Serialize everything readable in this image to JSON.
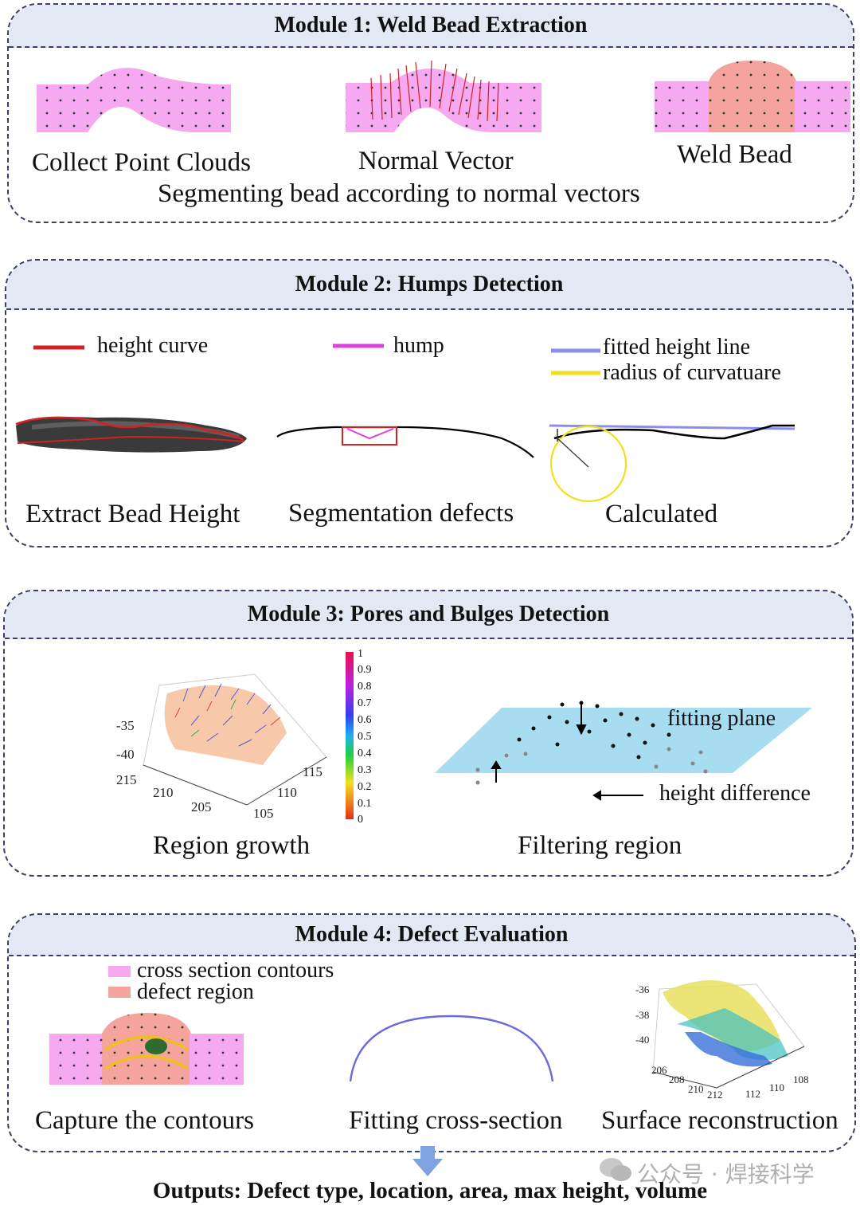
{
  "module1": {
    "title": "Module 1:   Weld Bead Extraction",
    "captions": [
      "Collect Point Clouds",
      "Normal Vector",
      "Weld Bead"
    ],
    "subtitle": "Segmenting bead according to normal vectors"
  },
  "module2": {
    "title": "Module 2: Humps Detection",
    "legend": [
      "height curve",
      "hump",
      "fitted height line",
      "radius of curvatuare"
    ],
    "captions": [
      "Extract Bead Height",
      "Segmentation defects",
      "Calculated"
    ]
  },
  "module3": {
    "title": "Module 3: Pores and Bulges Detection",
    "axis_ticks": [
      "-35",
      "-40",
      "215",
      "210",
      "205",
      "115",
      "110",
      "105"
    ],
    "colorbar_ticks": [
      "1",
      "0.9",
      "0.8",
      "0.7",
      "0.6",
      "0.5",
      "0.4",
      "0.3",
      "0.2",
      "0.1",
      "0"
    ],
    "labels": [
      "fitting plane",
      "height difference"
    ],
    "captions": [
      "Region growth",
      "Filtering region"
    ]
  },
  "module4": {
    "title": "Module 4: Defect Evaluation",
    "legend": [
      "cross section contours",
      "defect region"
    ],
    "axis_ticks": [
      "-36",
      "-38",
      "-40",
      "206",
      "208",
      "210",
      "212",
      "112",
      "110",
      "108"
    ],
    "captions": [
      "Capture the contours",
      "Fitting cross-section",
      "Surface reconstruction"
    ]
  },
  "watermark": "公众号 · 焊接科学",
  "outputs": "Outputs: Defect type, location, area, max height, volume",
  "colors": {
    "module_border": "#3b3f66",
    "header_fill": "#e4e8f4",
    "pink": "#f6a8f0",
    "salmon": "#f4a49c",
    "red_curve": "#d42020",
    "magenta": "#e040e0",
    "fitted_line": "#8a8ee8",
    "yellow": "#f0e020",
    "plane": "#a8dcf0",
    "arrow_blue": "#7fa3e0"
  }
}
